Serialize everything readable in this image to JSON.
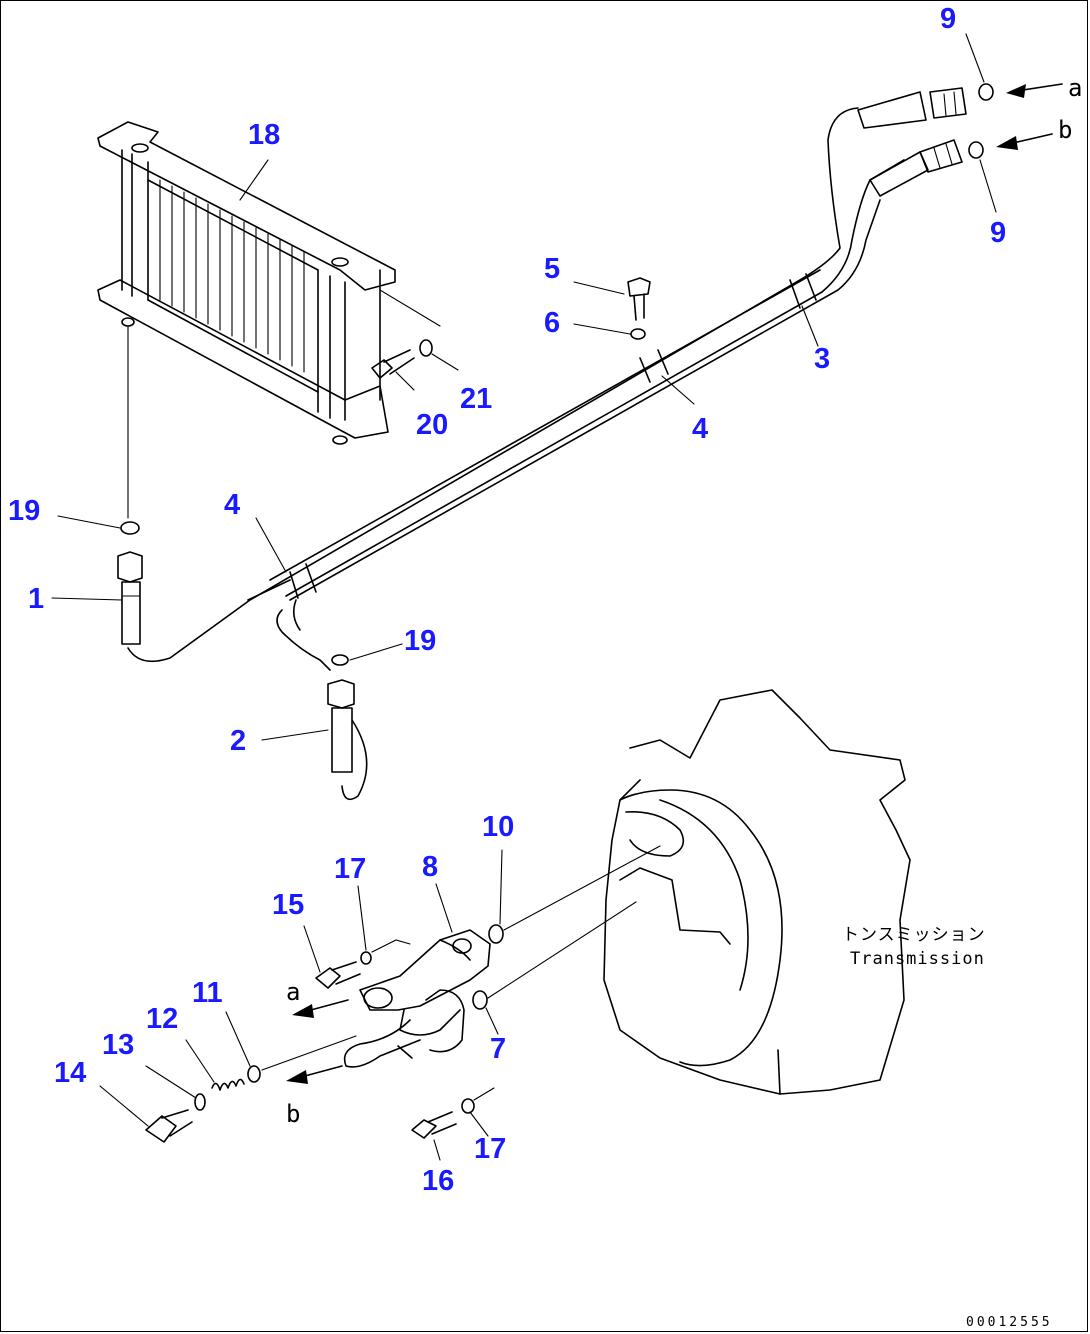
{
  "diagram": {
    "callouts": {
      "c1": "1",
      "c2": "2",
      "c3": "3",
      "c4a": "4",
      "c4b": "4",
      "c5": "5",
      "c6": "6",
      "c7": "7",
      "c8": "8",
      "c9a": "9",
      "c9b": "9",
      "c10": "10",
      "c11": "11",
      "c12": "12",
      "c13": "13",
      "c14": "14",
      "c15": "15",
      "c16": "16",
      "c17a": "17",
      "c17b": "17",
      "c18": "18",
      "c19a": "19",
      "c19b": "19",
      "c20": "20",
      "c21": "21"
    },
    "flow_marks": {
      "a_top": "a",
      "b_top": "b",
      "a_bottom": "a",
      "b_bottom": "b"
    },
    "transmission_label_jp": "トンスミッション",
    "transmission_label_en": "Transmission",
    "drawing_code": "00012555",
    "callout_color": "#1a1aff"
  }
}
